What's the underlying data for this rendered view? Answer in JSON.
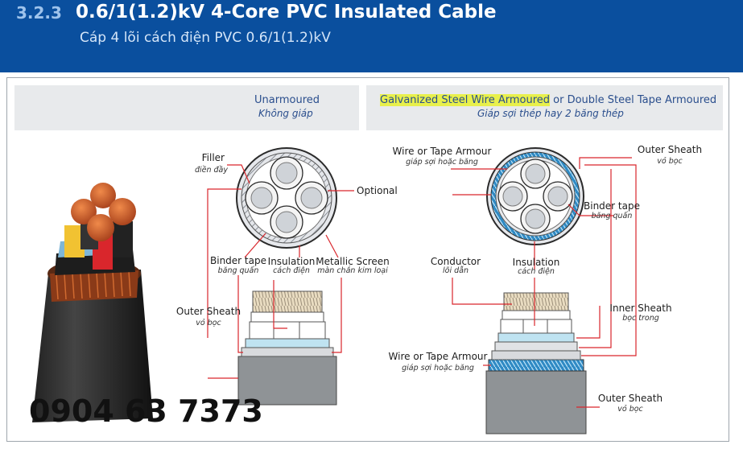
{
  "header": {
    "section_number": "3.2.3",
    "title": "0.6/1(1.2)kV 4-Core PVC Insulated Cable",
    "subtitle": "Cáp 4 lõi cách điện PVC 0.6/1(1.2)kV"
  },
  "left_panel": {
    "heading": "Unarmoured",
    "heading_vi": "Không giáp",
    "labels": {
      "filler": "Filler",
      "filler_vi": "điền đầy",
      "optional": "Optional",
      "binder_tape": "Binder tape",
      "binder_tape_vi": "băng quấn",
      "insulation": "Insulation",
      "insulation_vi": "cách điện",
      "metallic_screen": "Metallic Screen",
      "metallic_screen_vi": "màn chắn kim loại",
      "outer_sheath": "Outer Sheath",
      "outer_sheath_vi": "vỏ bọc"
    }
  },
  "right_panel": {
    "heading_highlight": "Galvanized Steel Wire Armoured",
    "heading_rest": " or Double Steel Tape Armoured",
    "heading_vi": "Giáp sợi thép hay 2 băng thép",
    "labels": {
      "armour_top": "Wire or Tape Armour",
      "armour_top_vi": "giáp sợi hoặc băng",
      "outer_sheath_top": "Outer Sheath",
      "outer_sheath_top_vi": "vỏ bọc",
      "binder_tape": "Binder tape",
      "binder_tape_vi": "băng quấn",
      "conductor": "Conductor",
      "conductor_vi": "lõi dẫn",
      "insulation": "Insulation",
      "insulation_vi": "cách điện",
      "inner_sheath": "Inner Sheath",
      "inner_sheath_vi": "bọc trong",
      "armour_bottom": "Wire or Tape Armour",
      "armour_bottom_vi": "giáp sợi hoặc băng",
      "outer_sheath_bottom": "Outer Sheath",
      "outer_sheath_bottom_vi": "vỏ bọc"
    }
  },
  "phone": "0904 63 7373",
  "colors": {
    "header_bg": "#0a4f9e",
    "leader_line": "#d9262c",
    "heading_text": "#2a4e8d",
    "highlight": "#e8f04c",
    "outer_sheath": "#8f9396",
    "armour": "#2f8ac4",
    "copper": "#c85a28"
  }
}
